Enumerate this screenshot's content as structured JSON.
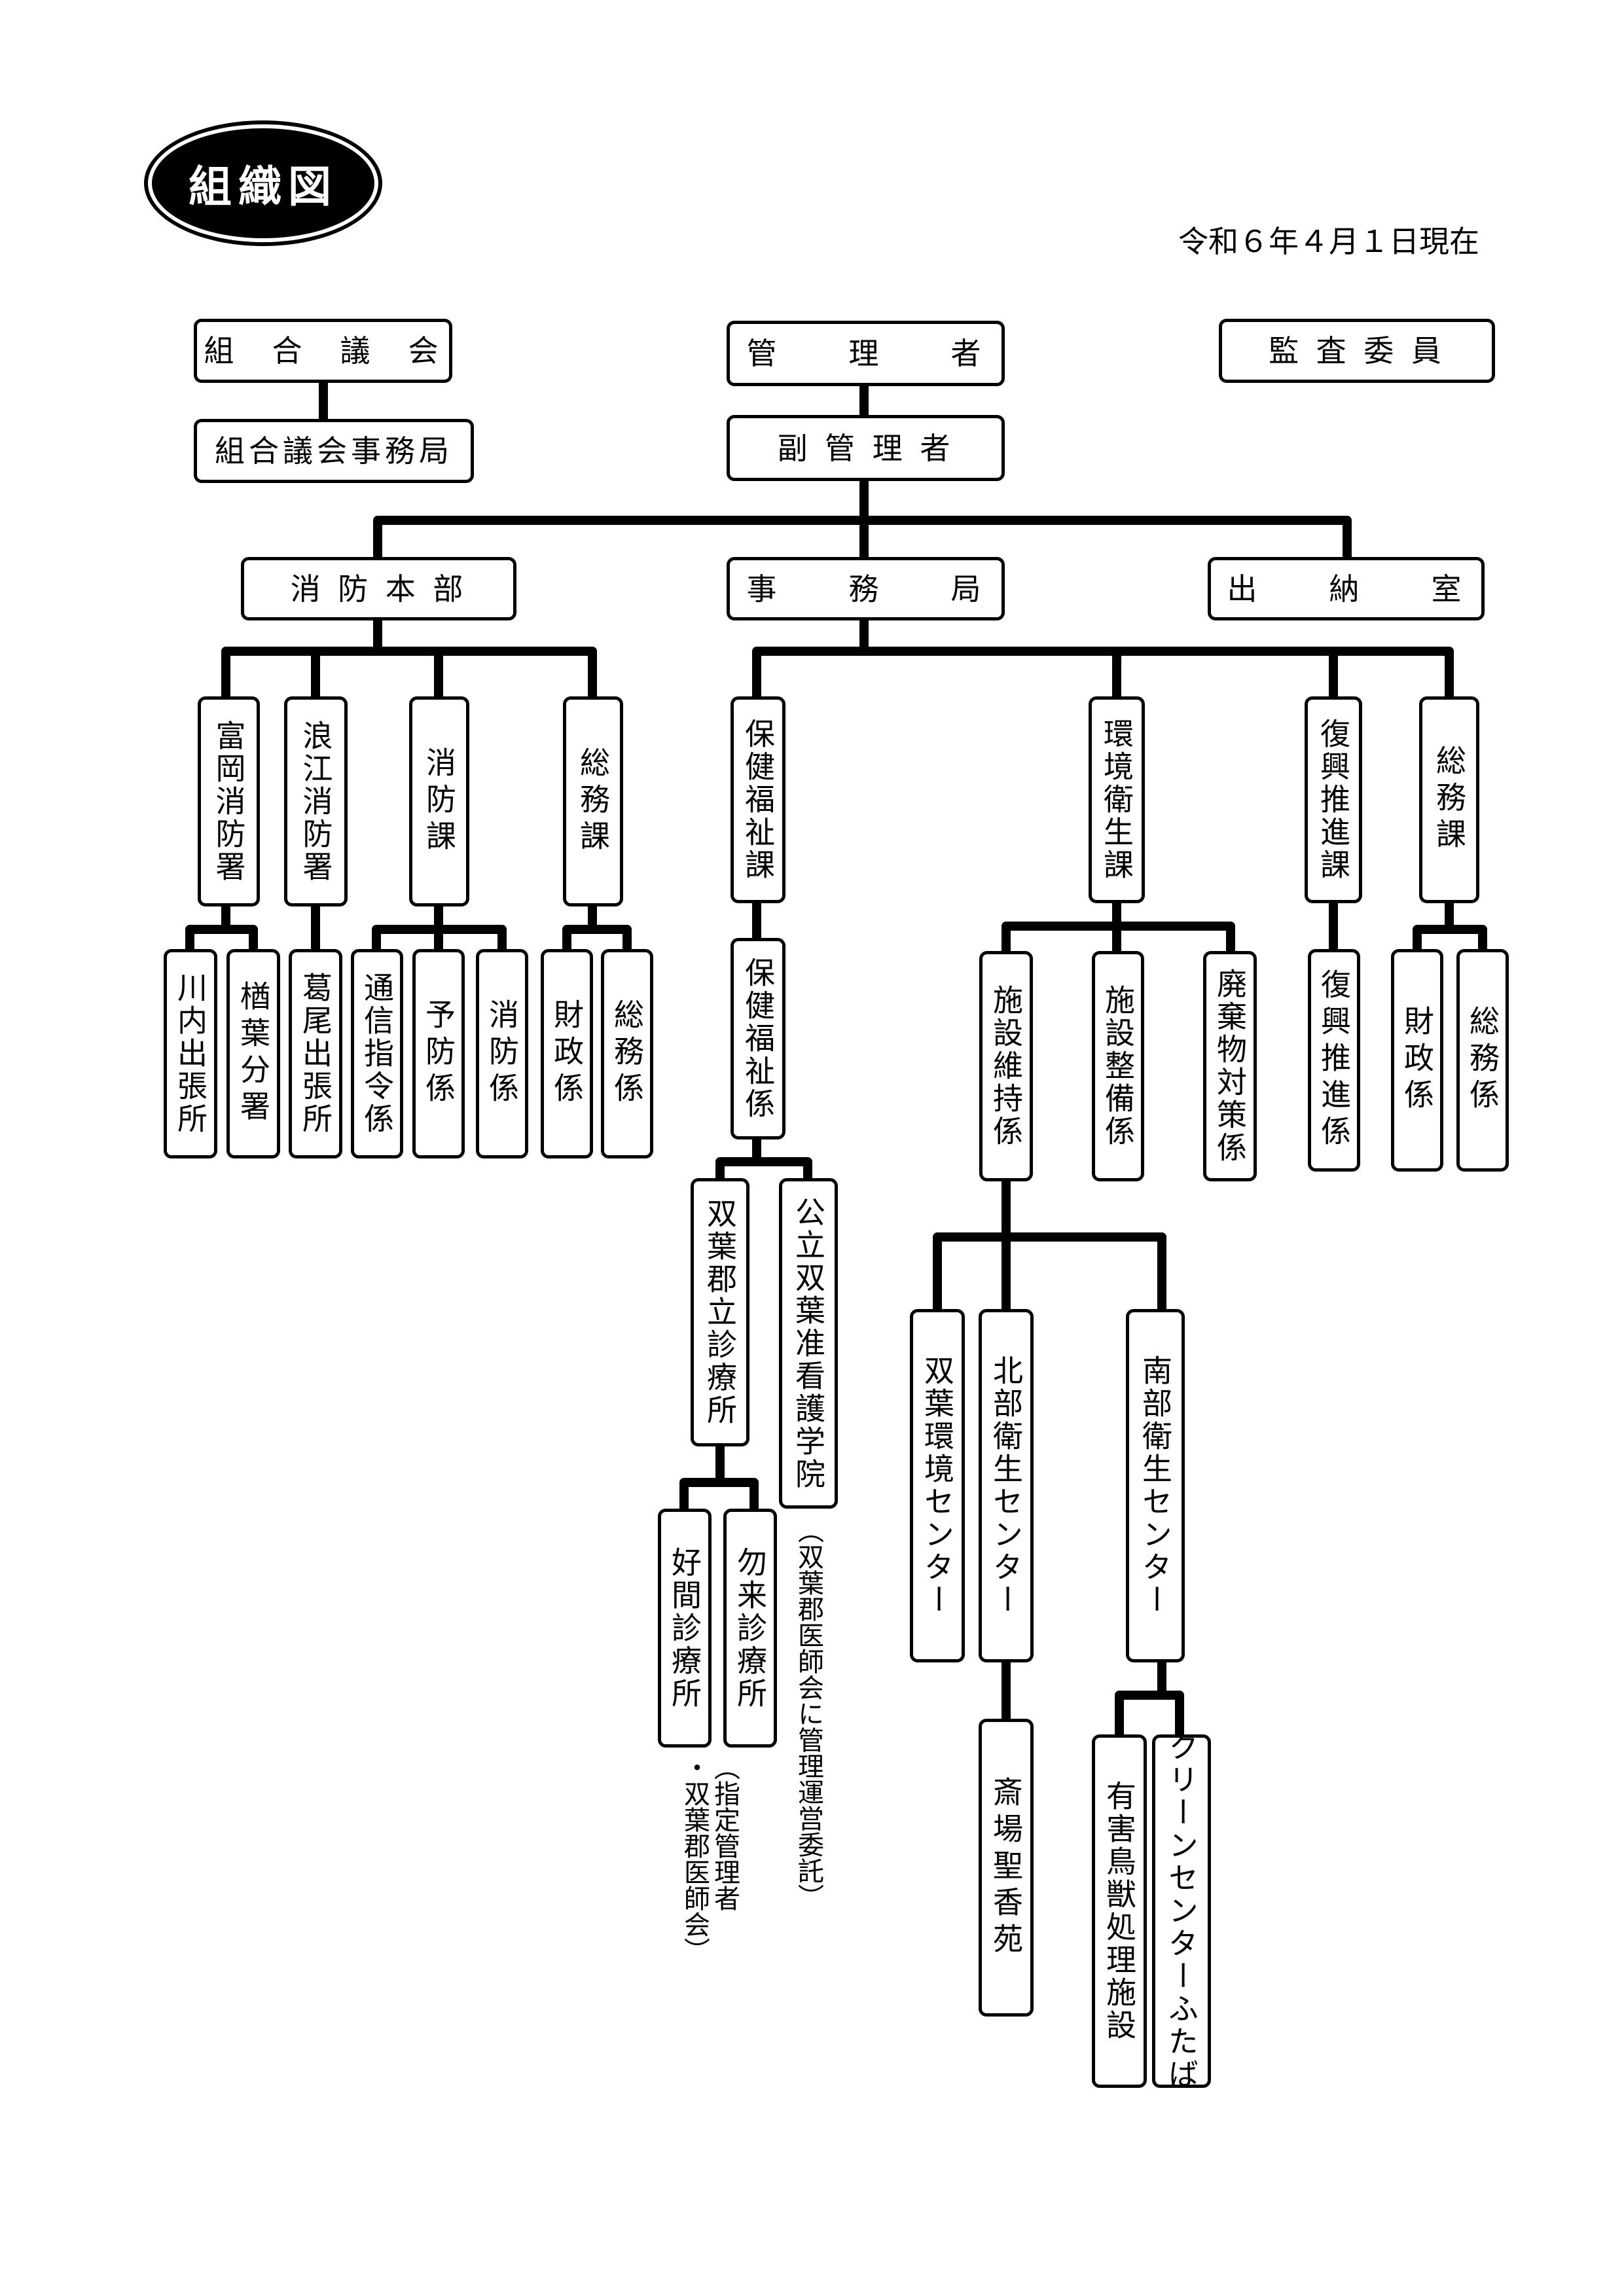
{
  "title": "組織図",
  "date": "令和６年４月１日現在",
  "top": {
    "council": "組　合　議　会",
    "council_office": "組合議会事務局",
    "manager": "管　　理　　者",
    "vice_manager": "副 管 理 者",
    "auditor": "監 査 委 員"
  },
  "level2": {
    "fire": "消 防 本 部",
    "office": "事　　務　　局",
    "treasury": "出　　納　　室"
  },
  "fire_units": {
    "tomioka": "富岡消防署",
    "namie": "浪江消防署",
    "shobo_ka": "消防課",
    "somu_ka": "総務課",
    "kawauchi": "川内出張所",
    "narahaba": "楢葉分署",
    "katsurao": "葛尾出張所",
    "tsushin": "通信指令係",
    "yobo": "予防係",
    "shobo_kakari": "消防係",
    "zaisei": "財政係",
    "somu_kakari": "総務係"
  },
  "office_units": {
    "hoken_ka": "保健福祉課",
    "hoken_kakari": "保健福祉係",
    "clinic": "双葉郡立診療所",
    "nursing_school": "公立双葉准看護学院",
    "nursing_note": "（双葉郡医師会に管理運営委託）",
    "yoshima": "好間診療所",
    "nakoso": "勿来診療所",
    "clinic_note": "（指定管理者\n・双葉郡医師会）",
    "kankyo_ka": "環境衛生課",
    "shisetsu_iji": "施設維持係",
    "shisetsu_seibi": "施設整備係",
    "haiki": "廃棄物対策係",
    "futaba_kankyo": "双葉環境センター",
    "hokubu": "北部衛生センター",
    "nanbu": "南部衛生センター",
    "saijo": "斎場聖香苑",
    "yugai": "有害鳥獣処理施設",
    "clean": "クリーンセンターふたば",
    "fukko_ka": "復興推進課",
    "fukko_kakari": "復興推進係",
    "somu_ka2": "総務課",
    "zaisei2": "財政係",
    "somu_kakari2": "総務係"
  }
}
